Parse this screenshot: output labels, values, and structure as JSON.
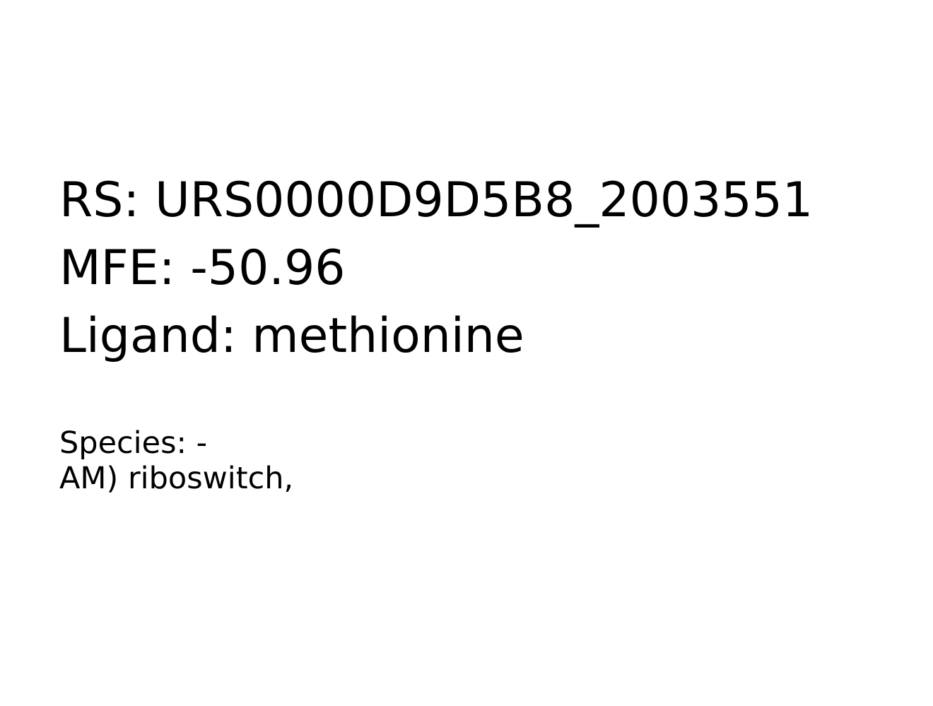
{
  "record": {
    "rs_line": "RS: URS0000D9D5B8_2003551",
    "mfe_line": "MFE: -50.96",
    "ligand_line": "Ligand: methionine",
    "species_line": "Species: -",
    "description_line": "AM) riboswitch,"
  }
}
